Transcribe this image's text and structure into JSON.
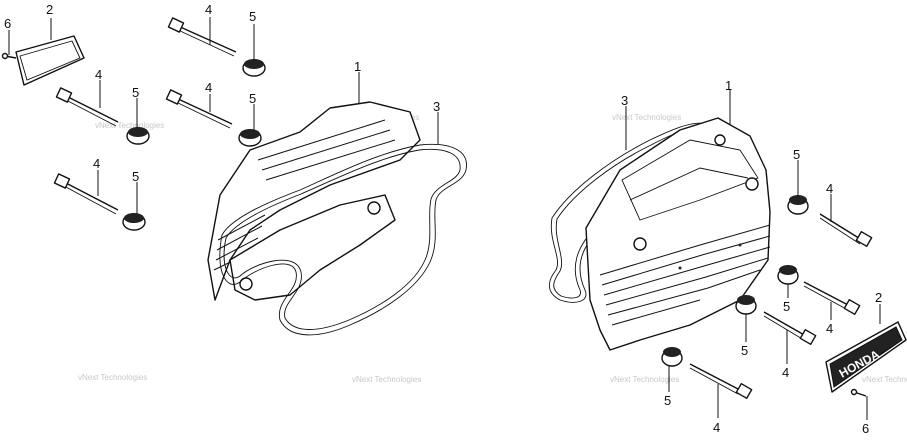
{
  "callouts": {
    "p1": "1",
    "p2": "2",
    "p3": "3",
    "p4": "4",
    "p5": "5",
    "p6": "6"
  },
  "emblem_text": "HONDA",
  "watermark": "vNext Technologies"
}
